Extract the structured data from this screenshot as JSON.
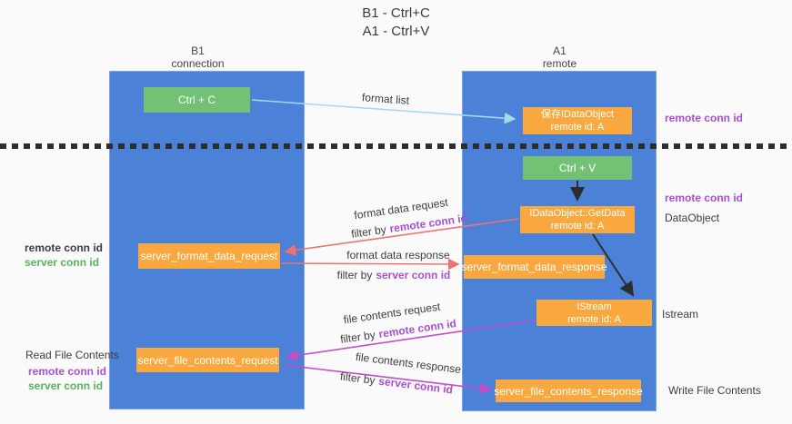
{
  "title": {
    "line1": "B1 - Ctrl+C",
    "line2": "A1 - Ctrl+V"
  },
  "columns": {
    "left": {
      "name": "B1",
      "role": "connection"
    },
    "right": {
      "name": "A1",
      "role": "remote"
    }
  },
  "nodes": {
    "ctrl_c": {
      "label": "Ctrl + C"
    },
    "ctrl_v": {
      "label": "Ctrl + V"
    },
    "save_dataobject": {
      "line1": "保存IDataObject",
      "line2": "remote id: A"
    },
    "getdata": {
      "line1": "IDataObject::GetData",
      "line2": "remote id: A"
    },
    "istream": {
      "line1": "IStream",
      "line2": "remote id: A"
    },
    "format_request": {
      "label": "server_format_data_request"
    },
    "format_response": {
      "label": "server_format_data_response"
    },
    "file_request": {
      "label": "server_file_contents_request"
    },
    "file_response": {
      "label": "server_file_contents_response"
    }
  },
  "flow_labels": {
    "format_list": "format list",
    "format_data_request": "format data request",
    "format_data_response": "format data response",
    "file_contents_request": "file contents request",
    "file_contents_response": "file contents response",
    "filter_by": "filter by",
    "remote_conn_id": "remote conn id",
    "server_conn_id": "server conn id"
  },
  "side_labels": {
    "remote_conn_id": "remote conn id",
    "server_conn_id": "server conn id",
    "dataobject": "DataObject",
    "istream": "Istream",
    "read_file_contents": "Read File Contents",
    "write_file_contents": "Write File Contents"
  },
  "colors": {
    "column_blue": "#4b81d7",
    "node_green": "#72c175",
    "node_orange": "#f8a83e",
    "arrow_lightblue": "#a9d6f5",
    "arrow_black": "#2d2d2d",
    "arrow_salmon": "#ef7272",
    "arrow_magenta": "#c44ec8",
    "label_purple": "#a94fd2",
    "label_green": "#56b45a",
    "background": "#fafafa"
  }
}
